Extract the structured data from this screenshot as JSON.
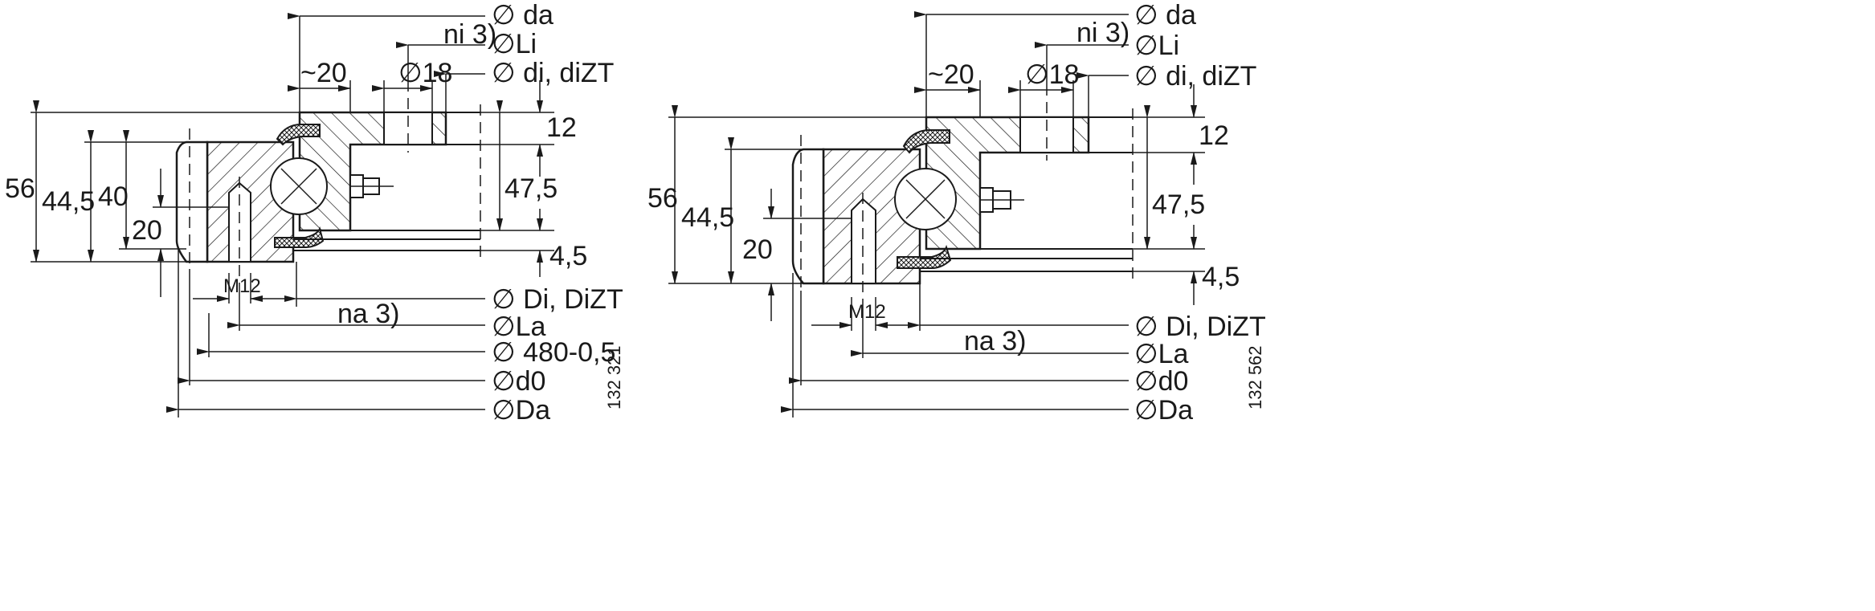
{
  "left_view": {
    "labels": {
      "d_a": "∅ da",
      "n_i": "ni 3)",
      "L_i": "∅Li",
      "d_i": "∅ di, diZT",
      "approx20": "~20",
      "bolt_hole": "∅18",
      "height_total": "56",
      "height_44_5": "44,5",
      "height_40": "40",
      "height_20": "20",
      "top_12": "12",
      "mid_47_5": "47,5",
      "bot_4_5": "4,5",
      "thread": "M12",
      "D_i": "∅ Di, DiZT",
      "n_a": "na 3)",
      "L_a": "∅La",
      "d_480": "∅ 480-0,5",
      "d_0": "∅d0",
      "D_a": "∅Da"
    },
    "drawing_id": "132 321"
  },
  "right_view": {
    "labels": {
      "d_a": "∅ da",
      "n_i": "ni 3)",
      "L_i": "∅Li",
      "d_i": "∅ di, diZT",
      "approx20": "~20",
      "bolt_hole": "∅18",
      "height_total": "56",
      "height_44_5": "44,5",
      "height_20": "20",
      "top_12": "12",
      "mid_47_5": "47,5",
      "bot_4_5": "4,5",
      "thread": "M12",
      "D_i": "∅ Di, DiZT",
      "n_a": "na 3)",
      "L_a": "∅La",
      "d_0": "∅d0",
      "D_a": "∅Da"
    },
    "drawing_id": "132 562"
  }
}
